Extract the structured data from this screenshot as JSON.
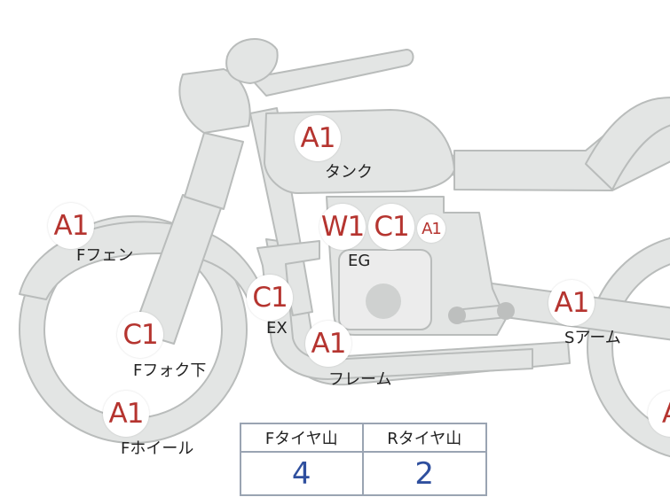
{
  "parts": [
    {
      "id": "tank",
      "codes": [
        "A1"
      ],
      "label": "タンク"
    },
    {
      "id": "front-fender",
      "codes": [
        "A1"
      ],
      "label": "Fフェン"
    },
    {
      "id": "engine",
      "codes": [
        "W1",
        "C1",
        "A1"
      ],
      "label": "EG"
    },
    {
      "id": "exhaust",
      "codes": [
        "C1"
      ],
      "label": "EX"
    },
    {
      "id": "front-fork",
      "codes": [
        "C1"
      ],
      "label": "Fフォク下"
    },
    {
      "id": "frame",
      "codes": [
        "A1"
      ],
      "label": "フレーム"
    },
    {
      "id": "swing-arm",
      "codes": [
        "A1"
      ],
      "label": "Sアーム"
    },
    {
      "id": "front-wheel",
      "codes": [
        "A1"
      ],
      "label": "Fホイール"
    },
    {
      "id": "rear-wheel",
      "codes": [
        "A"
      ]
    }
  ],
  "tire_table": {
    "headers": [
      "Fタイヤ山",
      "Rタイヤ山"
    ],
    "values": [
      4,
      2
    ]
  },
  "colors": {
    "badge_text": "#b5342f",
    "table_value": "#2f4f9e",
    "bike_fill": "#e3e5e4",
    "bike_stroke": "#b9bcbb"
  }
}
